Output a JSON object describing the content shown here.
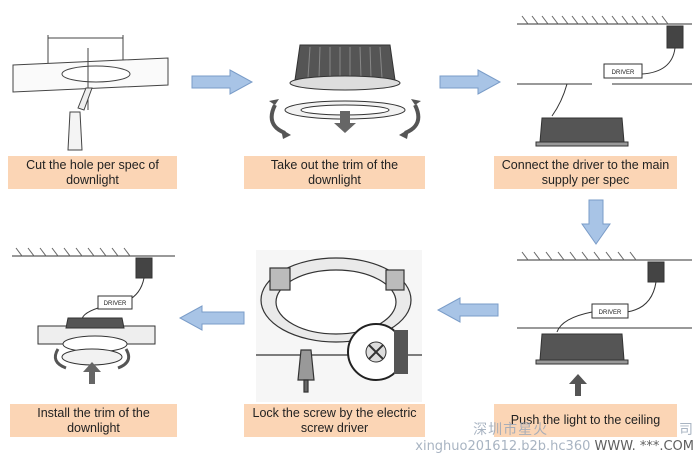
{
  "steps": [
    {
      "caption": "Cut the hole per spec of downlight"
    },
    {
      "caption": "Take out the trim of the downlight"
    },
    {
      "caption": "Connect the driver to the main supply per spec"
    },
    {
      "caption": "Push the light to the ceiling"
    },
    {
      "caption": "Lock the screw by the electric screw driver"
    },
    {
      "caption": "Install the trim of the downlight"
    }
  ],
  "driver_label": "DRIVER",
  "watermark": {
    "line1": "深圳市星火",
    "line1_tail": "司",
    "line2_left": "xinghuo201612.b2b.hc360",
    "line2_mark": "WWW. ***.COM"
  },
  "colors": {
    "caption_bg": "#fbd5b5",
    "arrow_fill": "#a8c4e6",
    "arrow_stroke": "#7a9cc8"
  }
}
